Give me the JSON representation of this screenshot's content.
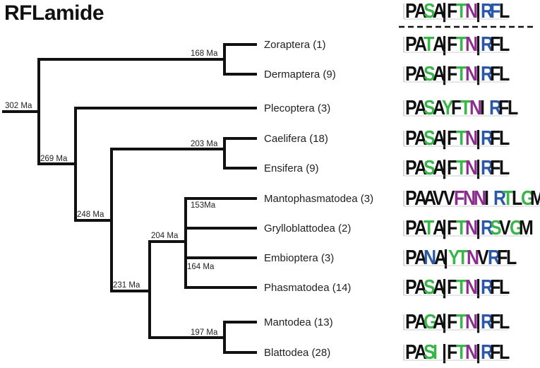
{
  "title": "RFLamide",
  "colors": {
    "black": "#111111",
    "green": "#3ab54a",
    "purple": "#8e2c8f",
    "blue": "#2b57a7",
    "red": "#e02020",
    "magenta": "#c42bb0"
  },
  "header_logo": "PASA|FTN|RFL",
  "nodes": {
    "root": "302 Ma",
    "n269": "269 Ma",
    "n248": "248 Ma",
    "n231": "231 Ma",
    "n204": "204 Ma",
    "n168": "168 Ma",
    "n203": "203 Ma",
    "n153": "153Ma",
    "n164": "164 Ma",
    "n197": "197 Ma"
  },
  "taxa": [
    {
      "name": "Zoraptera (1)",
      "logo": "PATA|FTN|RFL"
    },
    {
      "name": "Dermaptera (9)",
      "logo": "PASA|FTN|RFL"
    },
    {
      "name": "Plecoptera (3)",
      "logo": "PASAYFTNIRFL"
    },
    {
      "name": "Caelifera (18)",
      "logo": "PASA|FTN|RFL"
    },
    {
      "name": "Ensifera (9)",
      "logo": "PASA|FTN|RFL"
    },
    {
      "name": "Mantophasmatodea (3)",
      "logo": "PAAVVFNNIRTLGM"
    },
    {
      "name": "Grylloblattodea (2)",
      "logo": "PATA|FTN|RSVGM"
    },
    {
      "name": "Embioptera (3)",
      "logo": "PANA|YTNVRFL"
    },
    {
      "name": "Phasmatodea (14)",
      "logo": "PASA|FTN|RFL"
    },
    {
      "name": "Mantodea (13)",
      "logo": "PAGA|FTN|RFL"
    },
    {
      "name": "Blattodea (28)",
      "logo": "PASI|FTN|RFL"
    }
  ]
}
